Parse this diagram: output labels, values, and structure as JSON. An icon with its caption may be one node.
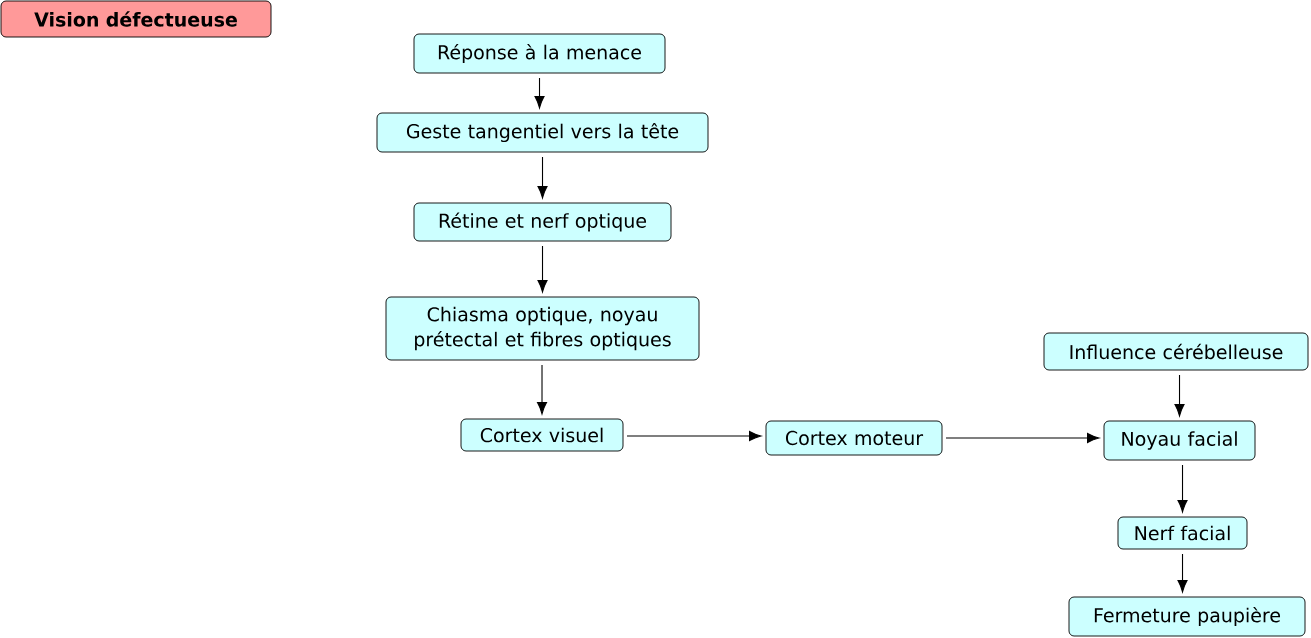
{
  "diagram": {
    "nodes": [
      {
        "text": [
          "Vision défectueuse"
        ]
      },
      {
        "text": [
          "Réponse à la menace"
        ]
      },
      {
        "text": [
          "Geste tangentiel vers la tête"
        ]
      },
      {
        "text": [
          "Rétine et nerf optique"
        ]
      },
      {
        "text": [
          "Chiasma optique, noyau prétectal et fibres optiques"
        ]
      },
      {
        "text": [
          "Cortex visuel"
        ]
      },
      {
        "text": [
          "Cortex moteur"
        ]
      },
      {
        "text": [
          "Influence cérébelleuse"
        ]
      },
      {
        "text": [
          "Noyau facial"
        ]
      },
      {
        "text": [
          "Nerf facial"
        ]
      },
      {
        "text": [
          "Fermeture paupière"
        ]
      }
    ],
    "edges": [
      {
        "from": 1,
        "to": 2,
        "arrow": "to"
      },
      {
        "from": 2,
        "to": 3,
        "arrow": "to"
      },
      {
        "from": 3,
        "to": 4,
        "arrow": "to"
      },
      {
        "from": 4,
        "to": 5,
        "arrow": "to"
      },
      {
        "from": 5,
        "to": 6,
        "arrow": "to"
      },
      {
        "from": 6,
        "to": 8,
        "arrow": "to"
      },
      {
        "from": 7,
        "to": 8,
        "arrow": "to"
      },
      {
        "from": 8,
        "to": 9,
        "arrow": "to"
      },
      {
        "from": 9,
        "to": 10,
        "arrow": "to"
      }
    ]
  }
}
